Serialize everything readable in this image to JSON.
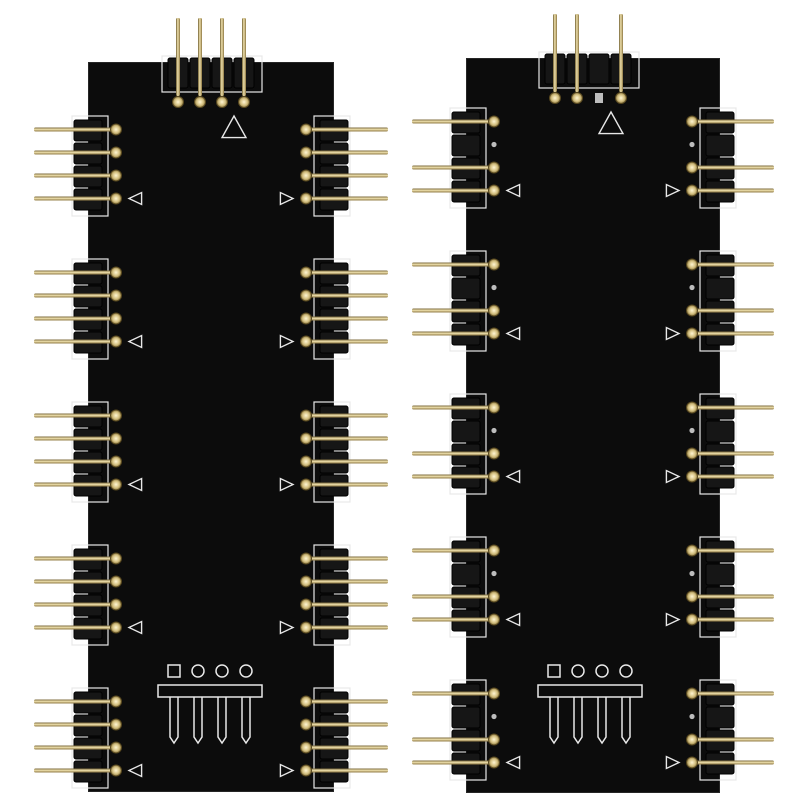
{
  "scene": {
    "background_color": "#ffffff",
    "pcb_color": "#0c0c0c",
    "silkscreen_color": "#e8e8e8",
    "header_color": "#161616",
    "pin_colors": [
      "#7a6a3c",
      "#e8d9a2",
      "#b79c55"
    ]
  },
  "boards": [
    {
      "id": "left-board",
      "input_header_pins": 4,
      "connector_rows_per_side": 5,
      "pins_per_connector": 4,
      "arrow_symbols": "outward",
      "silkscreen_pin_diagram": true
    },
    {
      "id": "right-board",
      "input_header_pins": 3,
      "connector_rows_per_side": 5,
      "pins_per_connector": 3,
      "arrow_symbols": "outward",
      "silkscreen_pin_diagram": true
    }
  ]
}
